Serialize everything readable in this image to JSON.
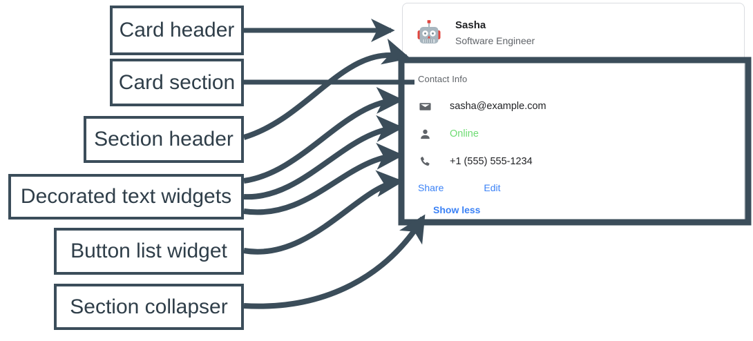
{
  "annotations": {
    "stroke_color": "#3b4d5a",
    "labels": [
      {
        "id": "card-header",
        "text": "Card header"
      },
      {
        "id": "card-section",
        "text": "Card section"
      },
      {
        "id": "section-header",
        "text": "Section header"
      },
      {
        "id": "decorated-text-widgets",
        "text": "Decorated text widgets"
      },
      {
        "id": "button-list-widget",
        "text": "Button list widget"
      },
      {
        "id": "section-collapser",
        "text": "Section collapser"
      }
    ]
  },
  "card": {
    "border_color": "#dadce0",
    "header": {
      "avatar_icon": "robot-avatar-icon",
      "title": "Sasha",
      "subtitle": "Software Engineer"
    },
    "section": {
      "header": "Contact Info",
      "rows": [
        {
          "icon": "email-icon",
          "text": "sasha@example.com",
          "color": "#202124"
        },
        {
          "icon": "person-icon",
          "text": "Online",
          "color": "#6ddb72"
        },
        {
          "icon": "phone-icon",
          "text": "+1 (555) 555-1234",
          "color": "#202124"
        }
      ],
      "buttons": [
        {
          "label": "Share"
        },
        {
          "label": "Edit"
        }
      ],
      "collapser": {
        "label": "Show less",
        "color": "#3b82f6"
      }
    }
  }
}
